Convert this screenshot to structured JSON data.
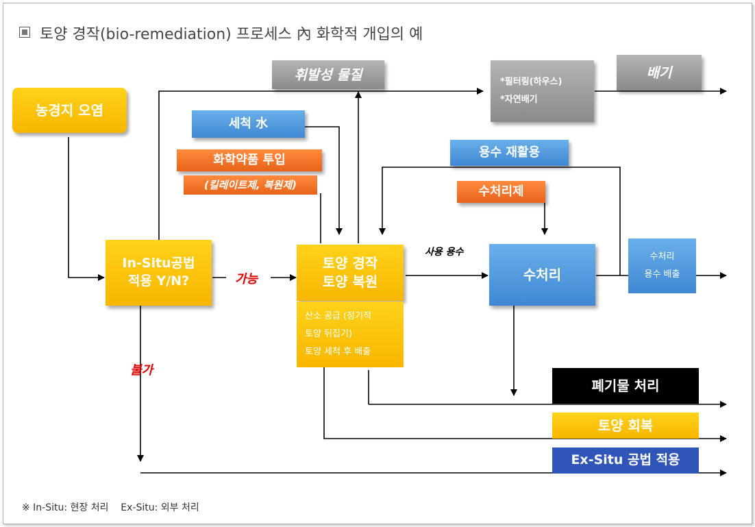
{
  "title": "토양 경작(bio-remediation) 프로세스 內 화학적 개입의 예",
  "nodes": {
    "contamination": "농경지 오염",
    "insitu_decision": "In-Situ공법\n적용 Y/N?",
    "tillage": "토양 경작\n토양 복원",
    "tillage_detail": "산소 공급 (정기적\n토양 뒤집기)\n토양 세척 후 배출",
    "volatile": "휘발성 물질",
    "filtering": "*필터링(하우스)\n*자연배기",
    "exhaust": "배기",
    "wash_water": "세척 水",
    "chemical_input": "화학약품 투입",
    "chelate": "(킬레이트제, 복원제)",
    "water_recycle": "용수 재활용",
    "water_agent": "수처리제",
    "water_treatment": "수처리",
    "water_discharge": "수처리\n용수 배출",
    "waste": "폐기물 처리",
    "soil_recovery": "토양 회복",
    "exsitu": "Ex-Situ 공법 적용"
  },
  "labels": {
    "possible": "가능",
    "impossible": "불가",
    "used_water": "사용 용수"
  },
  "footnote": "※ In-Situ: 현장 처리    Ex-Situ: 외부 처리",
  "colors": {
    "yellow": "#f7b600",
    "blue": "#3f87d3",
    "orange": "#e8631a",
    "gray": "#8a8a8a",
    "black": "#000000",
    "exsitu_blue": "#2f55b8",
    "red": "#e00000"
  }
}
